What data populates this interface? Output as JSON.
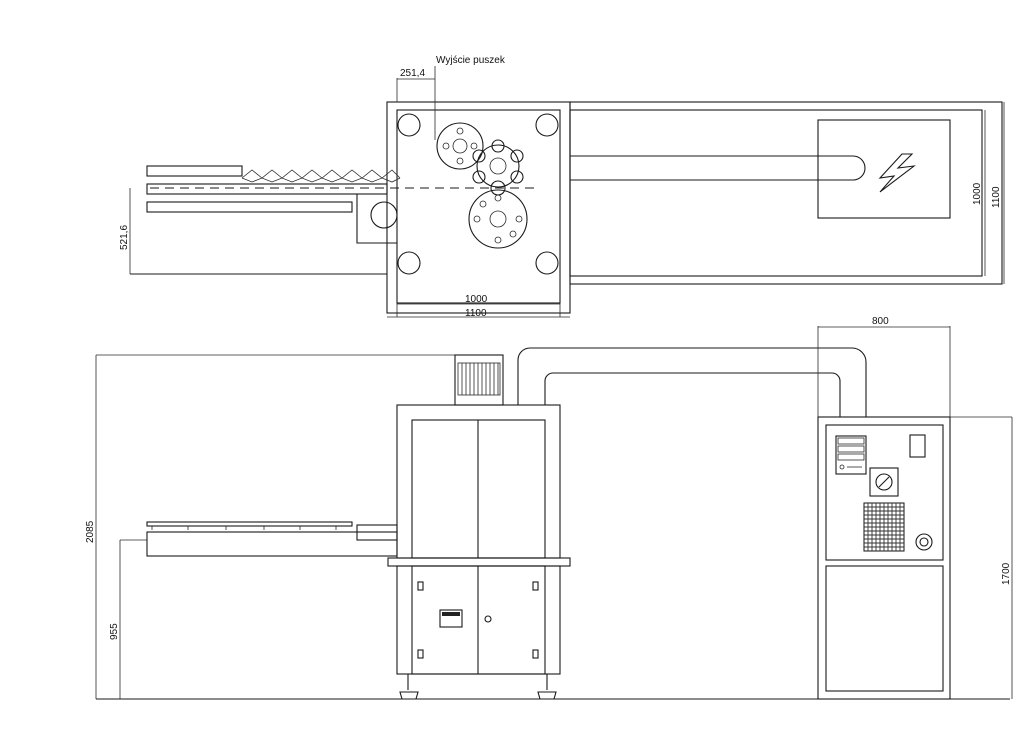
{
  "drawing": {
    "labels": {
      "outlet": "Wyjście puszek"
    },
    "dimensions": {
      "outlet_offset": "251,4",
      "inner_width_top": "1000",
      "outer_width_top": "1100",
      "inner_depth_right": "1000",
      "outer_depth_right": "1100",
      "conveyor_offset": "521,6",
      "cabinet_width": "800",
      "total_height": "2085",
      "conveyor_height": "955",
      "cabinet_height": "1700"
    },
    "icons": {
      "electrical_cabinet": "lightning-bolt-icon"
    }
  }
}
